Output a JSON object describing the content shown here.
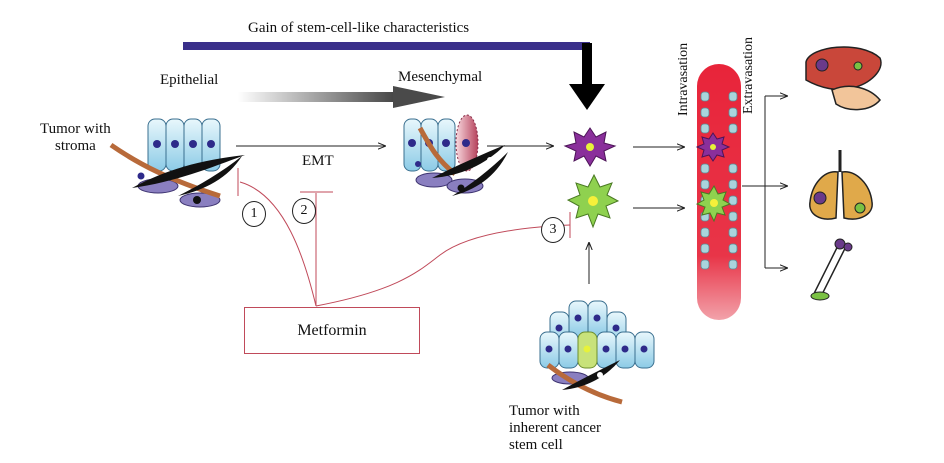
{
  "diagram": {
    "top_banner": "Gain of stem-cell-like characteristics",
    "epithelial": "Epithelial",
    "mesenchymal": "Mesenchymal",
    "tumor_stroma": [
      "Tumor with",
      "stroma"
    ],
    "emt": "EMT",
    "metformin": "Metformin",
    "inhibition_markers": [
      "1",
      "2",
      "3"
    ],
    "intravasation": "Intravasation",
    "extravasation": "Extravasation",
    "inherent_tumor": [
      "Tumor with",
      "inherent cancer",
      "stem cell"
    ],
    "colors": {
      "banner_arrow": "#3a2f8a",
      "inhibition_line": "#c04a5a",
      "vessel": "#e33a4a",
      "cell_blue": "#a9dcef",
      "nucleus": "#2e2a8a",
      "purple_cell": "#8a2f9b",
      "green_cell": "#8fd14f"
    }
  }
}
